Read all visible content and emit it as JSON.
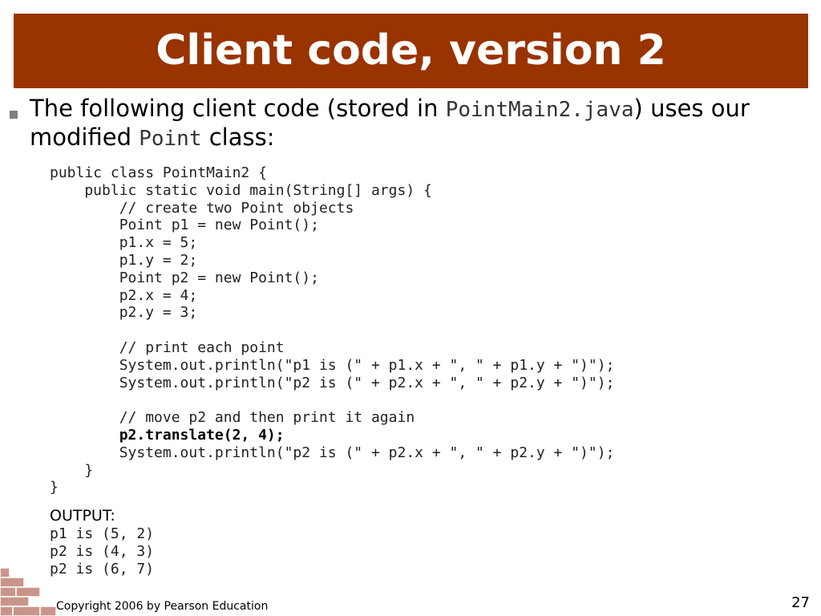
{
  "slide": {
    "title": "Client code, version 2",
    "bullet": {
      "part1": "The following client code (stored in ",
      "code1": "PointMain2.java",
      "part2": ") uses our modified ",
      "code2": "Point",
      "part3": " class:"
    },
    "code_lines": [
      {
        "text": "public class PointMain2 {",
        "bold": false
      },
      {
        "text": "    public static void main(String[] args) {",
        "bold": false
      },
      {
        "text": "        // create two Point objects",
        "bold": false
      },
      {
        "text": "        Point p1 = new Point();",
        "bold": false
      },
      {
        "text": "        p1.x = 5;",
        "bold": false
      },
      {
        "text": "        p1.y = 2;",
        "bold": false
      },
      {
        "text": "        Point p2 = new Point();",
        "bold": false
      },
      {
        "text": "        p2.x = 4;",
        "bold": false
      },
      {
        "text": "        p2.y = 3;",
        "bold": false
      },
      {
        "text": "",
        "bold": false
      },
      {
        "text": "        // print each point",
        "bold": false
      },
      {
        "text": "        System.out.println(\"p1 is (\" + p1.x + \", \" + p1.y + \")\");",
        "bold": false
      },
      {
        "text": "        System.out.println(\"p2 is (\" + p2.x + \", \" + p2.y + \")\");",
        "bold": false
      },
      {
        "text": "",
        "bold": false
      },
      {
        "text": "        // move p2 and then print it again",
        "bold": false
      },
      {
        "text": "        p2.translate(2, 4);",
        "bold": true
      },
      {
        "text": "        System.out.println(\"p2 is (\" + p2.x + \", \" + p2.y + \")\");",
        "bold": false
      },
      {
        "text": "    }",
        "bold": false
      },
      {
        "text": "}",
        "bold": false
      }
    ],
    "output_label": "OUTPUT:",
    "output_lines": [
      "p1 is (5, 2)",
      "p2 is (4, 3)",
      "p2 is (6, 7)"
    ],
    "copyright": "Copyright 2006 by Pearson Education",
    "page_number": "27"
  },
  "colors": {
    "title_bar": "#993300",
    "title_text": "#ffffff",
    "bullet": "#7f7f7f",
    "brick": "#c9958a"
  },
  "icons": {
    "bullet": "square-bullet-icon",
    "decoration": "bricks-decoration-icon"
  }
}
